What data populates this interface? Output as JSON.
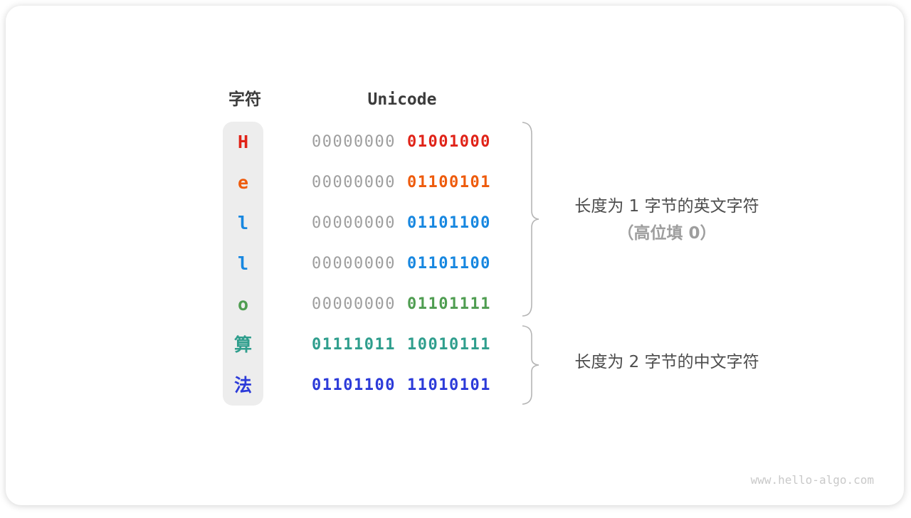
{
  "table": {
    "headers": {
      "char": "字符",
      "unicode": "Unicode"
    },
    "rows": [
      {
        "char": "H",
        "color": "#e02318",
        "byte1": "00000000",
        "byte2": "01001000",
        "byte1_gray": true
      },
      {
        "char": "e",
        "color": "#ee5b0c",
        "byte1": "00000000",
        "byte2": "01100101",
        "byte1_gray": true
      },
      {
        "char": "l",
        "color": "#1787e0",
        "byte1": "00000000",
        "byte2": "01101100",
        "byte1_gray": true
      },
      {
        "char": "l",
        "color": "#1787e0",
        "byte1": "00000000",
        "byte2": "01101100",
        "byte1_gray": true
      },
      {
        "char": "o",
        "color": "#4f9d51",
        "byte1": "00000000",
        "byte2": "01101111",
        "byte1_gray": true
      },
      {
        "char": "算",
        "color": "#2f9e8d",
        "byte1": "01111011",
        "byte2": "10010111",
        "byte1_gray": false
      },
      {
        "char": "法",
        "color": "#2c3bd9",
        "byte1": "01101100",
        "byte2": "11010101",
        "byte1_gray": false
      }
    ]
  },
  "annotations": {
    "ascii": {
      "line1": "长度为 1 字节的英文字符",
      "line2": "（高位填 0）"
    },
    "chinese": {
      "line1": "长度为 2 字节的中文字符"
    }
  },
  "colors": {
    "gray_byte": "#9e9e9e",
    "brace": "#b5b5b5",
    "char_column_bg": "#ededed",
    "header_text": "#3c3c3c",
    "annotation_primary": "#4d4d4d",
    "annotation_secondary": "#9e9e9e"
  },
  "watermark": "www.hello-algo.com"
}
